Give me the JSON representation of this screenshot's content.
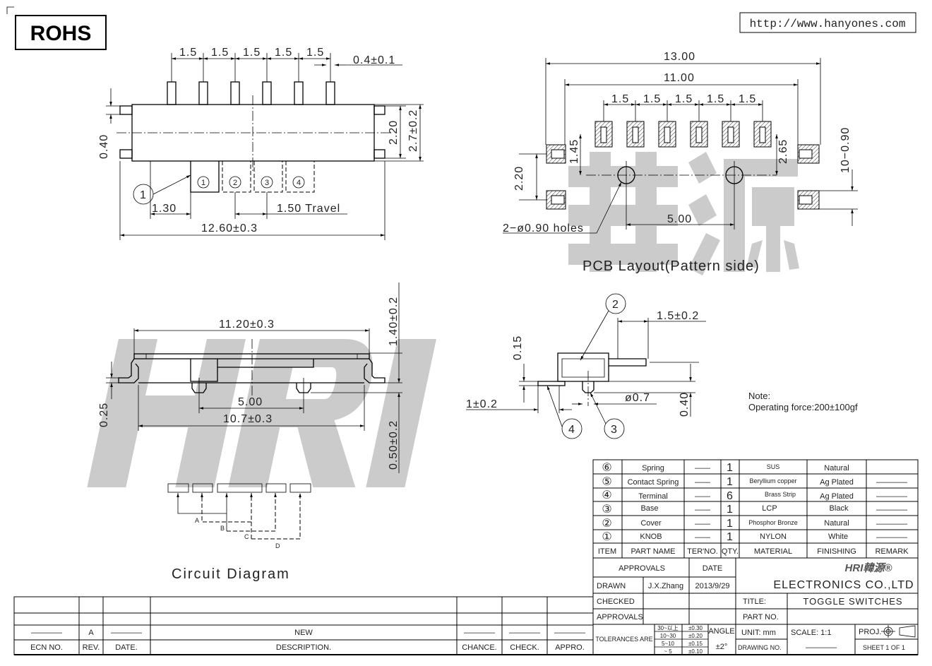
{
  "header": {
    "rohs": "ROHS",
    "url": "http://www.hanyones.com"
  },
  "watermark": {
    "brand": "HRI",
    "chinese": "韓源"
  },
  "top_view": {
    "pitch": [
      "1.5",
      "1.5",
      "1.5",
      "1.5",
      "1.5"
    ],
    "pin_width": "0.4±0.1",
    "tab_height": "0.40",
    "inner_height": "2.20",
    "body_height": "2.7±0.2",
    "offset": "1.30",
    "travel": "1.50 Travel",
    "length": "12.60±0.3",
    "balloon": "1",
    "positions": [
      "1",
      "2",
      "3",
      "4"
    ]
  },
  "pcb": {
    "overall": "13.00",
    "pad_span": "11.00",
    "pitch": [
      "1.5",
      "1.5",
      "1.5",
      "1.5",
      "1.5"
    ],
    "dim_145": "1.45",
    "dim_265": "2.65",
    "dim_220": "2.20",
    "dim_pad": "10−0.90",
    "holes": "2−ø0.90 holes",
    "hole_spacing": "5.00",
    "title": "PCB Layout(Pattern side)"
  },
  "front_view": {
    "top_length": "11.20±0.3",
    "height": "1.40±0.2",
    "thickness": "0.25",
    "peg_spacing": "5.00",
    "base_length": "10.7±0.3",
    "peg_height": "0.50±0.2"
  },
  "side_view": {
    "lever": "1.5±0.2",
    "dim_015": "0.15",
    "dim_040": "0.40",
    "terminal": "1±0.2",
    "peg_dia": "ø0.7",
    "balloons": [
      "2",
      "3",
      "4"
    ]
  },
  "note": {
    "label": "Note:",
    "text": "Operating force:200±100gf"
  },
  "circuit": {
    "labels": [
      "A",
      "B",
      "C",
      "D"
    ],
    "title": "Circuit Diagram"
  },
  "bom": {
    "headers": [
      "ITEM",
      "PART NAME",
      "TER'NO.",
      "QTY.",
      "MATERIAL",
      "FINISHING",
      "REMARK"
    ],
    "rows": [
      {
        "item": "⑥",
        "name": "Spring",
        "ter": "——",
        "qty": "1",
        "material": "SUS",
        "finish": "Natural",
        "remark": ""
      },
      {
        "item": "⑤",
        "name": "Contact Spring",
        "ter": "——",
        "qty": "1",
        "material": "Beryllium copper",
        "finish": "Ag Plated",
        "remark": "————"
      },
      {
        "item": "④",
        "name": "Terminal",
        "ter": "——",
        "qty": "6",
        "material": "Brass Strip",
        "finish": "Ag Plated",
        "remark": "————"
      },
      {
        "item": "③",
        "name": "Base",
        "ter": "——",
        "qty": "1",
        "material": "LCP",
        "finish": "Black",
        "remark": "————"
      },
      {
        "item": "②",
        "name": "Cover",
        "ter": "——",
        "qty": "1",
        "material": "Phosphor Bronze",
        "finish": "Natural",
        "remark": "————"
      },
      {
        "item": "①",
        "name": "KNOB",
        "ter": "——",
        "qty": "1",
        "material": "NYLON",
        "finish": "White",
        "remark": "————"
      }
    ]
  },
  "title_block": {
    "approvals_h": "APPROVALS",
    "date_h": "DATE",
    "drawn": "DRAWN",
    "drawn_by": "J.X.Zhang",
    "drawn_date": "2013/9/29",
    "checked": "CHECKED",
    "approvals": "APPROVALS",
    "company": "ELECTRONICS CO.,LTD",
    "logo": "HRI韓源®",
    "title_label": "TITLE:",
    "title": "TOGGLE SWITCHES",
    "part_no_label": "PART NO.",
    "tolerances": "TOLERANCES ARE",
    "tol_ranges": [
      "30~以上",
      "10~30",
      "5~10",
      "~ 5"
    ],
    "tol_values": [
      "±0.30",
      "±0.20",
      "±0.15",
      "±0.10"
    ],
    "angle": "ANGLE",
    "angle_tol": "±2°",
    "unit": "UNIT: mm",
    "scale": "SCALE:   1:1",
    "proj": "PROJ.",
    "drawing_no": "DRAWING NO.",
    "drawing_no_val": "————",
    "sheet": "SHEET  1 OF 1"
  },
  "revision": {
    "headers": [
      "ECN NO.",
      "REV.",
      "DATE.",
      "DESCRIPTION.",
      "CHANCE.",
      "CHECK.",
      "APPRO."
    ],
    "row": [
      "————",
      "A",
      "————",
      "NEW",
      "————",
      "————",
      "————"
    ]
  }
}
